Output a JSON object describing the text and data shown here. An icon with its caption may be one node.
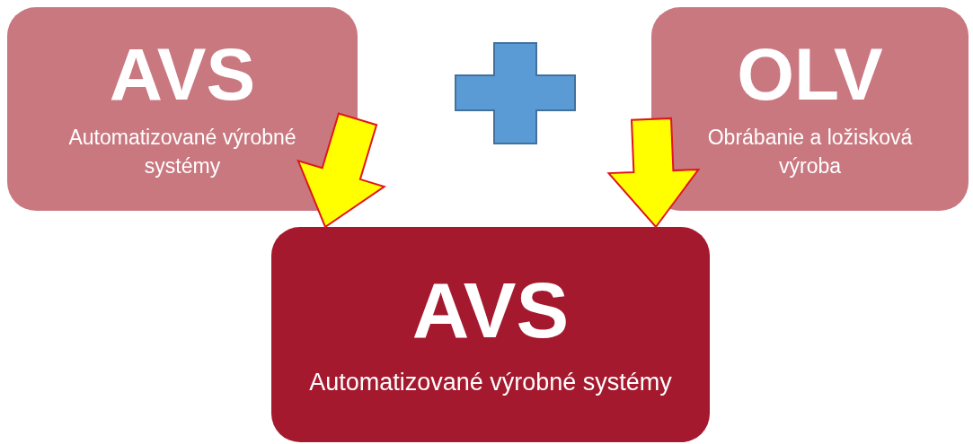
{
  "diagram": {
    "nodes": [
      {
        "text": [
          "AVS",
          "Automatizované výrobné systémy"
        ]
      },
      {
        "text": [
          "OLV",
          "Obrábanie a ložisková výroba"
        ]
      },
      {
        "text": [
          "AVS",
          "Automatizované výrobné systémy"
        ]
      }
    ],
    "edges": [
      {
        "from": 0,
        "to": 2,
        "arrow": "to"
      },
      {
        "from": 1,
        "to": 2,
        "arrow": "to"
      }
    ]
  }
}
